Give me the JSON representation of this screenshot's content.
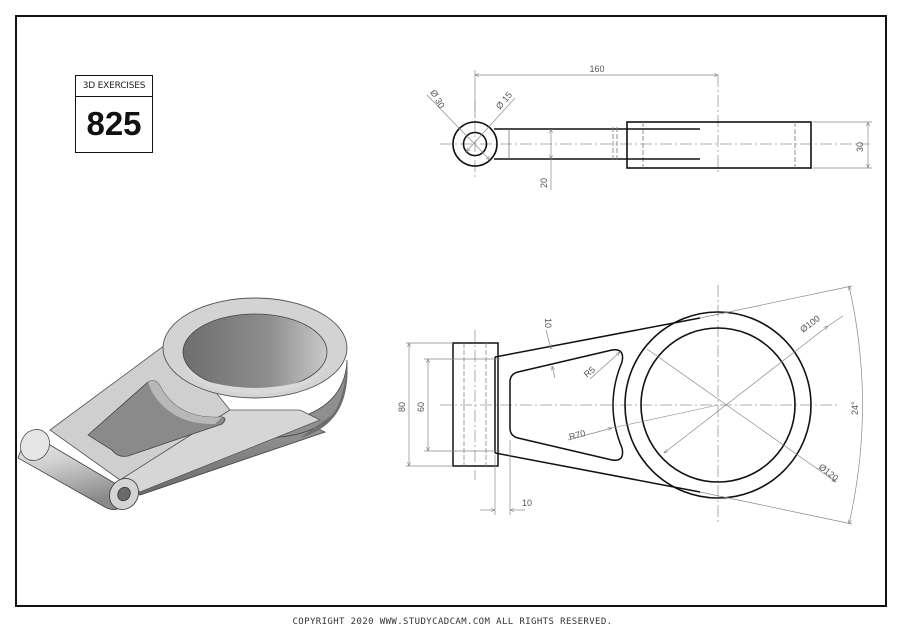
{
  "sheet": {
    "badge": {
      "title": "3D EXERCISES",
      "number": "825"
    },
    "footer": "COPYRIGHT  2020 WWW.STUDYCADCAM.COM ALL RIGHTS RESERVED."
  },
  "top_view": {
    "dimensions": {
      "overall_length": "160",
      "boss_outer_dia": "Ø 30",
      "boss_inner_dia": "Ø 15",
      "arm_thickness": "20",
      "ring_height": "30"
    }
  },
  "front_view": {
    "dimensions": {
      "boss_length_outer": "80",
      "boss_length_inner": "60",
      "rib_width": "10",
      "web_offset": "10",
      "fillet_radius": "R5",
      "arc_radius": "R70",
      "ring_inner_dia": "Ø100",
      "ring_outer_dia": "Ø120",
      "taper_angle": "24°"
    }
  },
  "colors": {
    "line": "#111111",
    "dimension": "#777777",
    "centerline": "#999999",
    "part_light": "#d9d9d9",
    "part_mid": "#b5b5b5",
    "part_dark": "#7a7a7a"
  }
}
